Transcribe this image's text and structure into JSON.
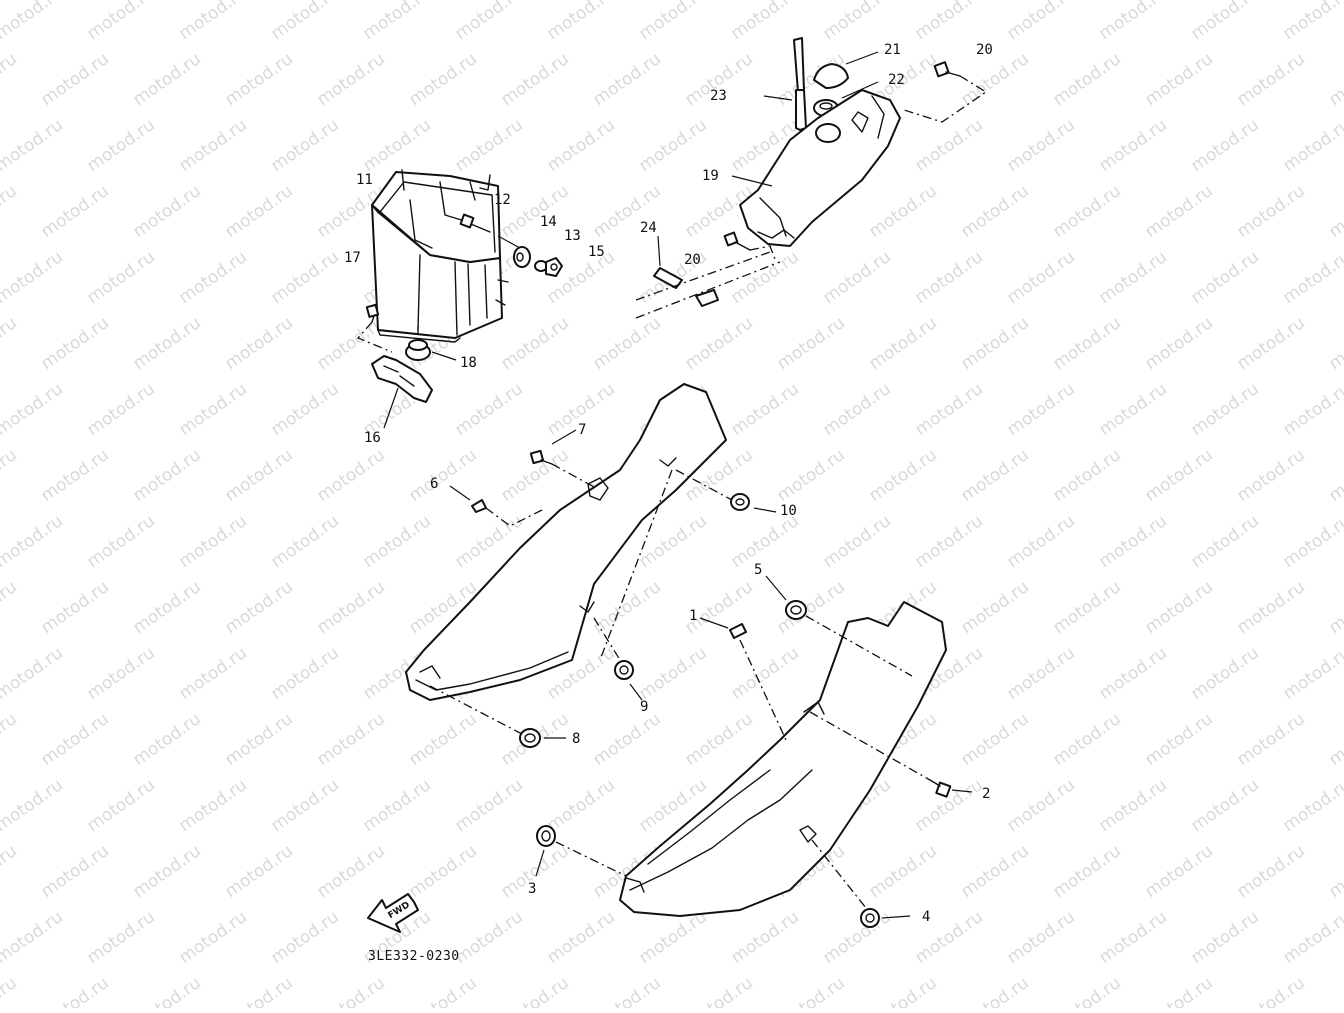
{
  "watermark": {
    "text": "motod.ru"
  },
  "diagram": {
    "code": "3LE332-0230",
    "fwd_label": "FWD",
    "callouts": [
      {
        "id": "c1",
        "label": "1"
      },
      {
        "id": "c2",
        "label": "2"
      },
      {
        "id": "c3",
        "label": "3"
      },
      {
        "id": "c4",
        "label": "4"
      },
      {
        "id": "c5",
        "label": "5"
      },
      {
        "id": "c6",
        "label": "6"
      },
      {
        "id": "c7",
        "label": "7"
      },
      {
        "id": "c8",
        "label": "8"
      },
      {
        "id": "c9",
        "label": "9"
      },
      {
        "id": "c10",
        "label": "10"
      },
      {
        "id": "c11",
        "label": "11"
      },
      {
        "id": "c12",
        "label": "12"
      },
      {
        "id": "c13",
        "label": "13"
      },
      {
        "id": "c14",
        "label": "14"
      },
      {
        "id": "c15",
        "label": "15"
      },
      {
        "id": "c16",
        "label": "16"
      },
      {
        "id": "c17",
        "label": "17"
      },
      {
        "id": "c18",
        "label": "18"
      },
      {
        "id": "c19",
        "label": "19"
      },
      {
        "id": "c20a",
        "label": "20"
      },
      {
        "id": "c20b",
        "label": "20"
      },
      {
        "id": "c21",
        "label": "21"
      },
      {
        "id": "c22",
        "label": "22"
      },
      {
        "id": "c23",
        "label": "23"
      },
      {
        "id": "c24",
        "label": "24"
      }
    ]
  }
}
